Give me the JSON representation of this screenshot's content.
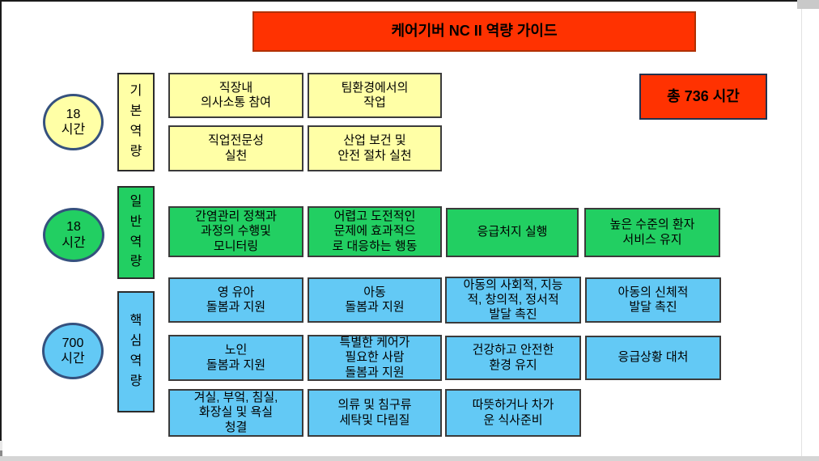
{
  "title": "케어기버 NC II 역량 가이드",
  "total_hours": "총 736 시간",
  "colors": {
    "banner_red": "#FF3201",
    "basic_yellow": "#FFFFA6",
    "general_green": "#22CF62",
    "core_blue": "#63C9F5",
    "ellipse_border_navy": "#35517E"
  },
  "groups": [
    {
      "name": "basic",
      "hours": "18\n시간",
      "category": "기\n본\n역\n량",
      "boxes": [
        "직장내\n의사소통 참여",
        "팀환경에서의\n작업",
        "직업전문성\n실천",
        "산업 보건 및\n안전 절차 실천"
      ]
    },
    {
      "name": "general",
      "hours": "18\n시간",
      "category": "일\n반\n역\n량",
      "boxes": [
        "간염관리 정책과\n과정의 수행및\n모니터링",
        "어렵고 도전적인\n문제에 효과적으\n로 대응하는 행동",
        "응급처지 실행",
        "높은 수준의 환자\n서비스 유지"
      ]
    },
    {
      "name": "core",
      "hours": "700\n시간",
      "category": "핵\n심\n역\n량",
      "boxes": [
        "영 유아\n돌봄과 지원",
        "아동\n돌봄과 지원",
        "아동의 사회적, 지능\n적, 창의적, 정서적\n발달 촉진",
        "아동의 신체적\n발달 촉진",
        "노인\n돌봄과 지원",
        "특별한 케어가\n필요한 사람\n돌봄과 지원",
        "건강하고 안전한\n환경 유지",
        "응급상황 대처",
        "겨실, 부엌, 침실,\n화장실 및 욕실\n청결",
        "의류 및 침구류\n세탁및 다림질",
        "따뜻하거나 차가\n운 식사준비"
      ]
    }
  ]
}
